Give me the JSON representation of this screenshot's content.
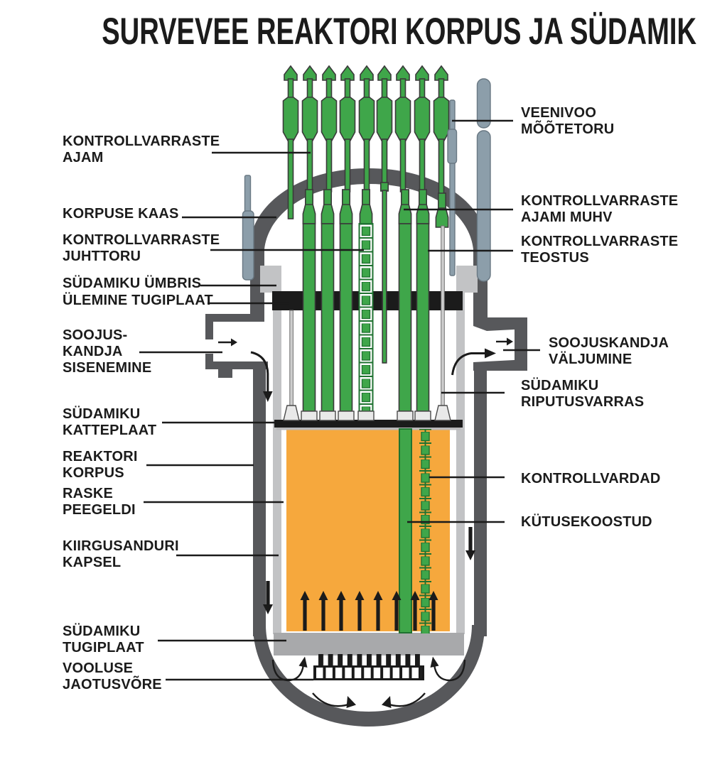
{
  "title": "SURVEVEE REAKTORI KORPUS JA SÜDAMIK",
  "labels": {
    "left": [
      {
        "id": "kontrollvarraste-ajam",
        "text": "KONTROLLVARRASTE\nAJAM"
      },
      {
        "id": "korpuse-kaas",
        "text": "KORPUSE KAAS"
      },
      {
        "id": "kontrollvarraste-juhttoru",
        "text": "KONTROLLVARRASTE\nJUHTTORU"
      },
      {
        "id": "sudamiku-umbris",
        "text": "SÜDAMIKU ÜMBRIS"
      },
      {
        "id": "ulemine-tugiplaat",
        "text": "ÜLEMINE TUGIPLAAT"
      },
      {
        "id": "soojuskandja-sisenemine",
        "text": "SOOJUS-\nKANDJA\nSISENEMINE"
      },
      {
        "id": "sudamiku-katteplaat",
        "text": "SÜDAMIKU\nKATTEPLAAT"
      },
      {
        "id": "reaktori-korpus",
        "text": "REAKTORI\nKORPUS"
      },
      {
        "id": "raske-peegeldi",
        "text": "RASKE\nPEEGELDI"
      },
      {
        "id": "kiirgusanduri-kapsel",
        "text": "KIIRGUSANDURI\nKAPSEL"
      },
      {
        "id": "sudamiku-tugiplaat",
        "text": "SÜDAMIKU\nTUGIPLAAT"
      },
      {
        "id": "vooluse-jaotusvore",
        "text": "VOOLUSE\nJAOTUSVÕRE"
      }
    ],
    "right": [
      {
        "id": "veenivoo-mootetoru",
        "text": "VEENIVOO\nMÕÕTETORU"
      },
      {
        "id": "kontrollvarraste-ajami-muhv",
        "text": "KONTROLLVARRASTE\nAJAMI MUHV"
      },
      {
        "id": "kontrollvarraste-teostus",
        "text": "KONTROLLVARRASTE\nTEOSTUS"
      },
      {
        "id": "soojuskandja-valjumine",
        "text": "SOOJUSKANDJA\nVÄLJUMINE"
      },
      {
        "id": "sudamiku-riputusvarras",
        "text": "SÜDAMIKU\nRIPUTUSVARRAS"
      },
      {
        "id": "kontrollvardad",
        "text": "KONTROLLVARDAD"
      },
      {
        "id": "kutusekoostud",
        "text": "KÜTUSEKOOSTUD"
      }
    ]
  },
  "colors": {
    "ink": "#1B1B1B",
    "vessel": "#57585B",
    "outline": "#3A3A3A",
    "steel_light": "#C2C3C5",
    "steel_mid": "#A8A9AB",
    "cap_gray": "#E9E9E9",
    "rod_gray": "#CDCDCD",
    "blue_gray": "#8C9EAA",
    "blue_stroke": "#697883",
    "green": "#3FA64A",
    "green_dark": "#1F7230",
    "orange": "#F6A83D"
  }
}
